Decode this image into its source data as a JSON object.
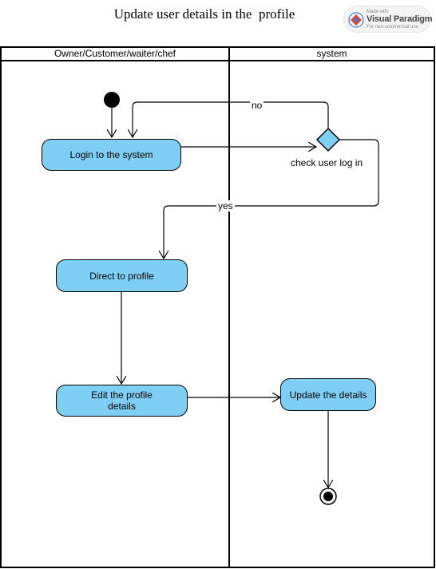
{
  "title": "Update user details in the  profile",
  "badge": {
    "pre": "Made with",
    "brand": "Visual Paradigm",
    "sub": "For non-commercial use"
  },
  "lanes": [
    {
      "title": "Owner/Customer/waiter/chef"
    },
    {
      "title": "system"
    }
  ],
  "nodes": {
    "login": "Login to the system",
    "direct_profile": "Direct to profile",
    "edit_details": "Edit the profile\ndetails",
    "update_details": "Update the details"
  },
  "decision": {
    "label": "check user log in",
    "no_label": "no",
    "yes_label": "yes"
  },
  "colors": {
    "node_fill": "#7fcff5",
    "line": "#000000"
  }
}
